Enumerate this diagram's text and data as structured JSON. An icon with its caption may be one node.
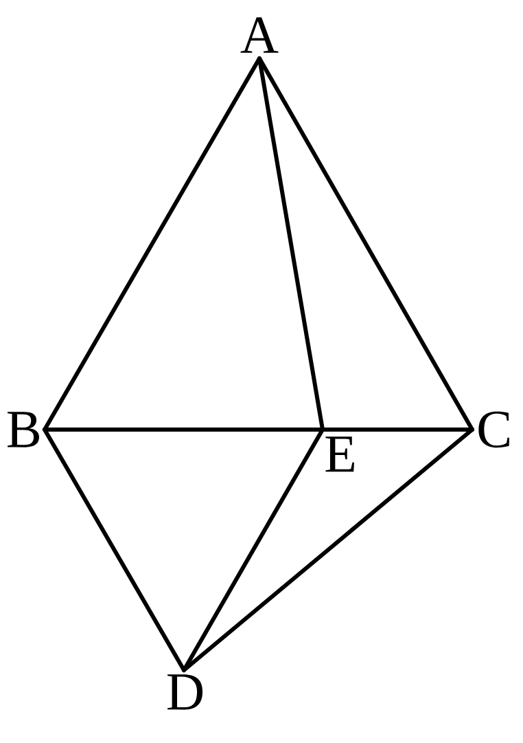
{
  "diagram": {
    "nodes": [
      {
        "text": [
          "A"
        ]
      },
      {
        "text": [
          "B"
        ]
      },
      {
        "text": [
          "E"
        ]
      },
      {
        "text": [
          "C"
        ]
      },
      {
        "text": [
          "D"
        ]
      }
    ],
    "edges": [
      {
        "from": 0,
        "to": 1,
        "arrow": "none"
      },
      {
        "from": 0,
        "to": 3,
        "arrow": "none"
      },
      {
        "from": 0,
        "to": 2,
        "arrow": "none"
      },
      {
        "from": 1,
        "to": 2,
        "arrow": "none"
      },
      {
        "from": 2,
        "to": 3,
        "arrow": "none"
      },
      {
        "from": 1,
        "to": 4,
        "arrow": "none"
      },
      {
        "from": 2,
        "to": 4,
        "arrow": "none"
      },
      {
        "from": 3,
        "to": 4,
        "arrow": "none"
      }
    ]
  }
}
